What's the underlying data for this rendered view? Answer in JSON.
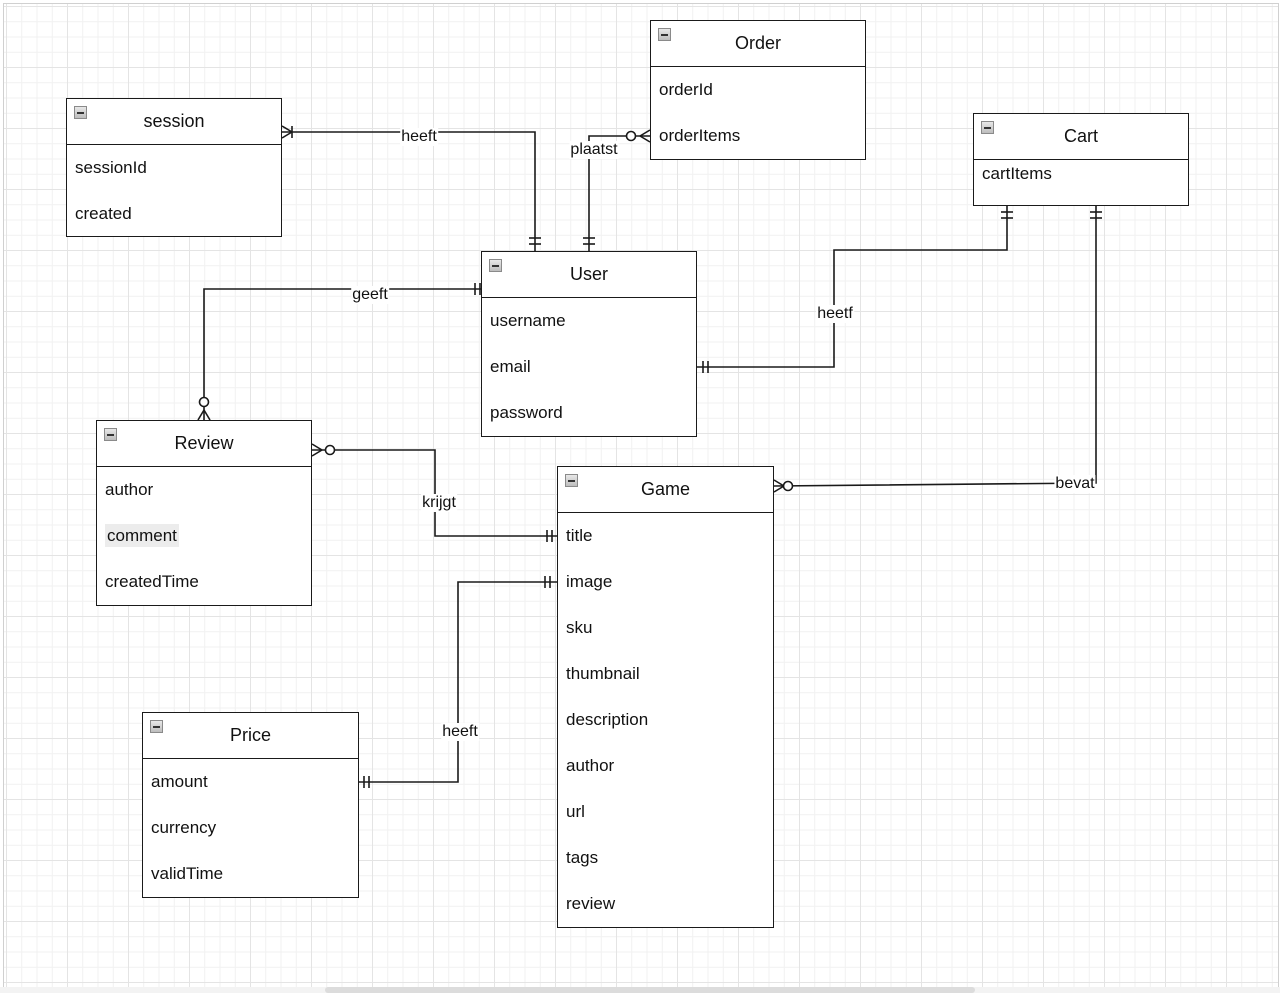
{
  "entities": {
    "session": {
      "title": "session",
      "attributes": [
        "sessionId",
        "created"
      ]
    },
    "order": {
      "title": "Order",
      "attributes": [
        "orderId",
        "orderItems"
      ]
    },
    "cart": {
      "title": "Cart",
      "attributes": [
        "cartItems"
      ]
    },
    "user": {
      "title": "User",
      "attributes": [
        "username",
        "email",
        "password"
      ]
    },
    "review": {
      "title": "Review",
      "attributes": [
        "author",
        "comment",
        "createdTime"
      ]
    },
    "game": {
      "title": "Game",
      "attributes": [
        "title",
        "image",
        "sku",
        "thumbnail",
        "description",
        "author",
        "url",
        "tags",
        "review"
      ]
    },
    "price": {
      "title": "Price",
      "attributes": [
        "amount",
        "currency",
        "validTime"
      ]
    }
  },
  "relationships": [
    {
      "id": "session-user",
      "label": "heeft",
      "from": "user",
      "to": "session",
      "from_card": "exactly-one",
      "to_card": "one-or-many"
    },
    {
      "id": "user-order",
      "label": "plaatst",
      "from": "user",
      "to": "order",
      "from_card": "exactly-one",
      "to_card": "zero-or-many"
    },
    {
      "id": "user-review",
      "label": "geeft",
      "from": "user",
      "to": "review",
      "from_card": "exactly-one",
      "to_card": "zero-or-many"
    },
    {
      "id": "user-cart",
      "label": "heetf",
      "from": "user",
      "to": "cart",
      "from_card": "exactly-one",
      "to_card": "exactly-one"
    },
    {
      "id": "game-review",
      "label": "krijgt",
      "from": "game",
      "to": "review",
      "from_card": "exactly-one",
      "to_card": "zero-or-many"
    },
    {
      "id": "cart-game",
      "label": "bevat",
      "from": "cart",
      "to": "game",
      "from_card": "exactly-one",
      "to_card": "zero-or-many"
    },
    {
      "id": "price-game",
      "label": "heeft",
      "from": "price",
      "to": "game",
      "from_card": "exactly-one",
      "to_card": "exactly-one"
    }
  ],
  "icons": {
    "collapse": "minus-square-icon"
  }
}
